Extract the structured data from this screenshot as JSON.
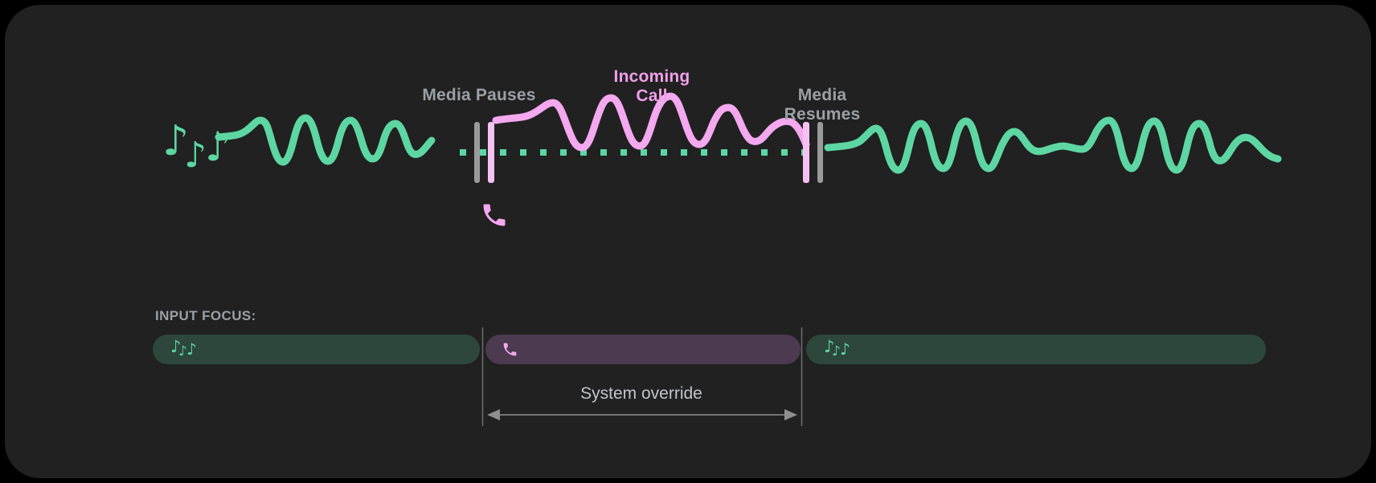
{
  "timeline": {
    "media_pauses_label": "Media Pauses",
    "incoming_call_label": "Incoming Call",
    "media_resumes_label": "Media Resumes"
  },
  "input_focus": {
    "label": "INPUT FOCUS:",
    "override_label": "System override",
    "segments": [
      {
        "type": "media",
        "icon": "music-notes-icon"
      },
      {
        "type": "call",
        "icon": "phone-icon"
      },
      {
        "type": "media",
        "icon": "music-notes-icon"
      }
    ]
  },
  "icons": {
    "note_glyph": "♪",
    "music_notes": "music-notes-icon",
    "phone": "phone-icon"
  },
  "colors": {
    "canvas": "#000000",
    "card_background": "#212121",
    "media_green": "#5dd6a3",
    "call_pink": "#f3a8ef",
    "call_pink_bright": "#efa0ea",
    "pause_bar_gray": "#9a9a9a",
    "pause_bar_pink": "#f5c0f2",
    "label_gray": "#9aa0a6",
    "pill_green": "#2d473c",
    "pill_purple": "#4b3a50",
    "annotation_gray": "#c2c5c9",
    "arrow_gray": "#8f8f8f"
  }
}
